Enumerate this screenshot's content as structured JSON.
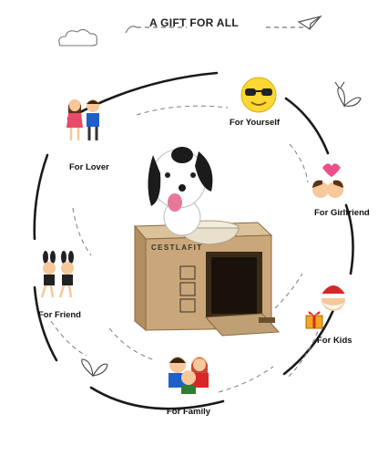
{
  "header": {
    "title": "A GIFT FOR ALL"
  },
  "product": {
    "brand": "CESTLAFIT",
    "icons": [
      "paper-plane-icon",
      "cloud-icon",
      "butterfly-icon",
      "heart-icon",
      "gift-icon"
    ]
  },
  "targets": [
    {
      "label": "For Yourself",
      "icon": "sunglasses-face-icon"
    },
    {
      "label": "For Girlfriend",
      "icon": "kissing-couple-icon"
    },
    {
      "label": "For Kids",
      "icon": "santa-face-icon"
    },
    {
      "label": "For Family",
      "icon": "family-icon"
    },
    {
      "label": "For Friend",
      "icon": "bunny-girls-icon"
    },
    {
      "label": "For Lover",
      "icon": "couple-icon"
    }
  ],
  "colors": {
    "ring": "#1a1a1a",
    "box": "#c9a77a",
    "box_dark": "#8a6a40",
    "dog_spot": "#1b1b1b",
    "tongue": "#e8789a",
    "emoji_yellow": "#fdd835"
  }
}
